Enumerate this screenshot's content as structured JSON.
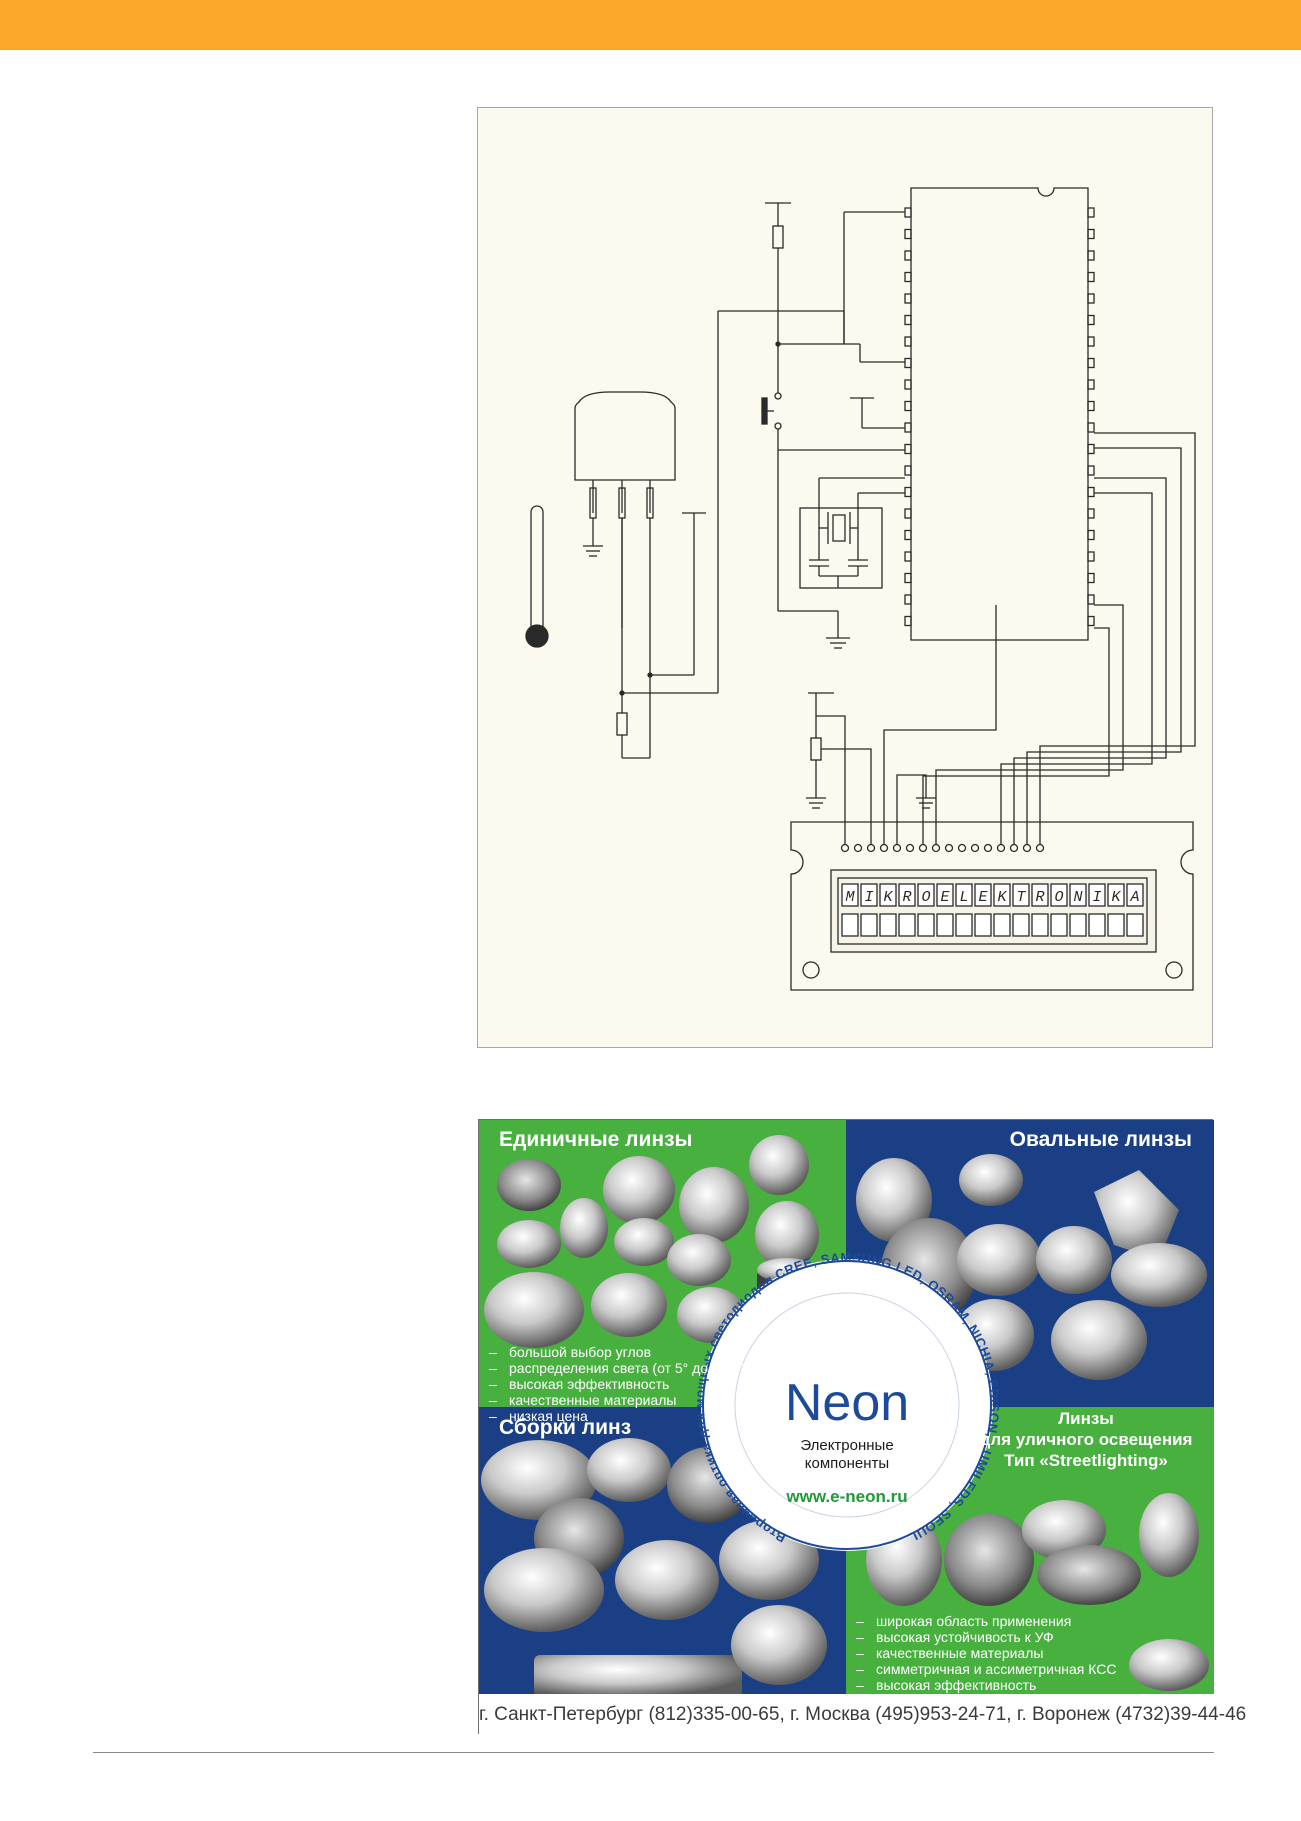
{
  "colors": {
    "top_bar": "#fca82b",
    "schematic_background": "#fcfaee",
    "schematic_border": "#a7a7a7",
    "ad_green": "#47b03f",
    "ad_blue": "#1a3f85",
    "neon_green": "#1f9a3a",
    "neon_text": "#1e4a9a"
  },
  "schematic": {
    "lcd_text": "MIKROELEKTRONIKA"
  },
  "ad": {
    "quadrants": {
      "single": {
        "title": "Единичные линзы",
        "bullets": [
          "большой выбор углов",
          "распределения света (от 5° до 140°)",
          "высокая эффективность",
          "качественные материалы",
          "низкая цена"
        ]
      },
      "oval": {
        "title": "Овальные линзы"
      },
      "assemblies": {
        "title": "Сборки линз"
      },
      "street": {
        "title_line1": "Линзы",
        "title_line2": "для уличного освещения",
        "title_line3": "Тип «Streetlighting»",
        "bullets": [
          "широкая область применения",
          "высокая устойчивость к УФ",
          "качественные материалы",
          "симметричная и ассиметричная КСС",
          "высокая эффективность"
        ]
      }
    },
    "badge": {
      "ring_text": "Вторичная оптика для мощных светодиодов CREE, SAMSUNG LED, OSRAM, NICHIA, EDISON, LUMILEDS, SEOUL",
      "logo": "Neon",
      "subtitle_line1": "Электронные",
      "subtitle_line2": "компоненты",
      "url": "www.e-neon.ru"
    },
    "footer": "г. Санкт-Петербург (812)335-00-65, г. Москва (495)953-24-71, г. Воронеж (4732)39-44-46"
  }
}
